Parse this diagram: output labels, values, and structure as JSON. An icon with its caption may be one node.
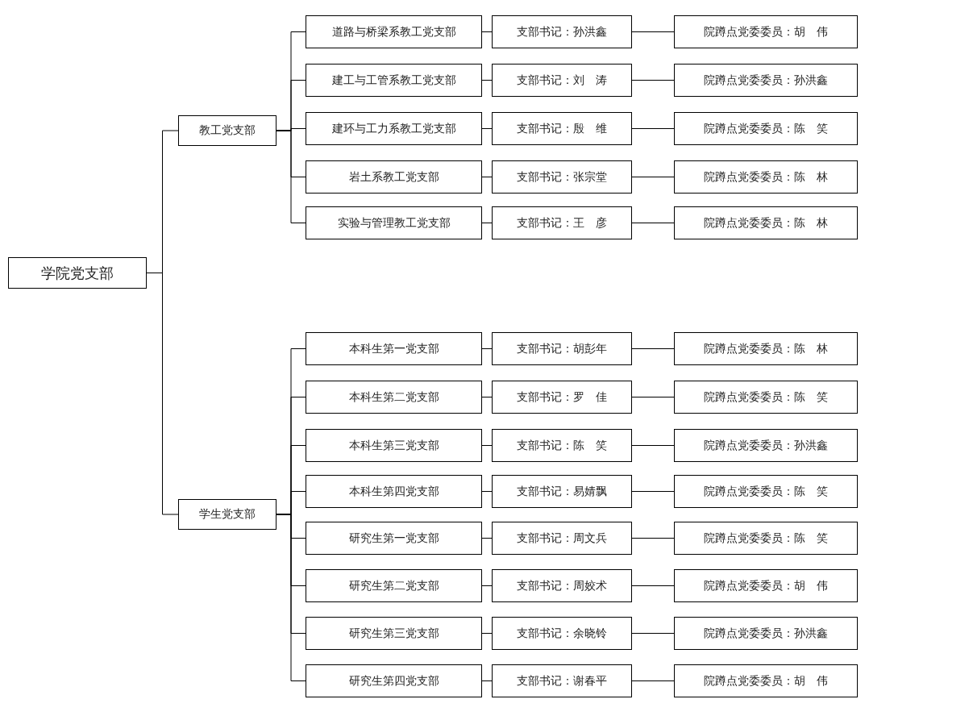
{
  "diagram": {
    "nodes": [
      {
        "text": [
          "学院党支部"
        ]
      },
      {
        "text": [
          "教工党支部"
        ]
      },
      {
        "text": [
          "道路与桥梁系教工党支部"
        ]
      },
      {
        "text": [
          "支部书记：孙洪鑫"
        ]
      },
      {
        "text": [
          "院蹲点党委委员：胡　伟"
        ]
      },
      {
        "text": [
          "建工与工管系教工党支部"
        ]
      },
      {
        "text": [
          "支部书记：刘　涛"
        ]
      },
      {
        "text": [
          "院蹲点党委委员：孙洪鑫"
        ]
      },
      {
        "text": [
          "建环与工力系教工党支部"
        ]
      },
      {
        "text": [
          "支部书记：殷　维"
        ]
      },
      {
        "text": [
          "院蹲点党委委员：陈　笑"
        ]
      },
      {
        "text": [
          "岩土系教工党支部"
        ]
      },
      {
        "text": [
          "支部书记：张宗堂"
        ]
      },
      {
        "text": [
          "院蹲点党委委员：陈　林"
        ]
      },
      {
        "text": [
          "实验与管理教工党支部"
        ]
      },
      {
        "text": [
          "支部书记：王　彦"
        ]
      },
      {
        "text": [
          "院蹲点党委委员：陈　林"
        ]
      },
      {
        "text": [
          "学生党支部"
        ]
      },
      {
        "text": [
          "本科生第一党支部"
        ]
      },
      {
        "text": [
          "支部书记：胡彭年"
        ]
      },
      {
        "text": [
          "院蹲点党委委员：陈　林"
        ]
      },
      {
        "text": [
          "本科生第二党支部"
        ]
      },
      {
        "text": [
          "支部书记：罗　佳"
        ]
      },
      {
        "text": [
          "院蹲点党委委员：陈　笑"
        ]
      },
      {
        "text": [
          "本科生第三党支部"
        ]
      },
      {
        "text": [
          "支部书记：陈　笑"
        ]
      },
      {
        "text": [
          "院蹲点党委委员：孙洪鑫"
        ]
      },
      {
        "text": [
          "本科生第四党支部"
        ]
      },
      {
        "text": [
          "支部书记：易婧飘"
        ]
      },
      {
        "text": [
          "院蹲点党委委员：陈　笑"
        ]
      },
      {
        "text": [
          "研究生第一党支部"
        ]
      },
      {
        "text": [
          "支部书记：周文兵"
        ]
      },
      {
        "text": [
          "院蹲点党委委员：陈　笑"
        ]
      },
      {
        "text": [
          "研究生第二党支部"
        ]
      },
      {
        "text": [
          "支部书记：周姣术"
        ]
      },
      {
        "text": [
          "院蹲点党委委员：胡　伟"
        ]
      },
      {
        "text": [
          "研究生第三党支部"
        ]
      },
      {
        "text": [
          "支部书记：余晓铃"
        ]
      },
      {
        "text": [
          "院蹲点党委委员：孙洪鑫"
        ]
      },
      {
        "text": [
          "研究生第四党支部"
        ]
      },
      {
        "text": [
          "支部书记：谢春平"
        ]
      },
      {
        "text": [
          "院蹲点党委委员：胡　伟"
        ]
      }
    ],
    "edges": [
      {
        "from": 0,
        "to": 1,
        "arrow": "none"
      },
      {
        "from": 0,
        "to": 17,
        "arrow": "none"
      },
      {
        "from": 1,
        "to": 2,
        "arrow": "none"
      },
      {
        "from": 2,
        "to": 3,
        "arrow": "none"
      },
      {
        "from": 3,
        "to": 4,
        "arrow": "none"
      },
      {
        "from": 1,
        "to": 5,
        "arrow": "none"
      },
      {
        "from": 5,
        "to": 6,
        "arrow": "none"
      },
      {
        "from": 6,
        "to": 7,
        "arrow": "none"
      },
      {
        "from": 1,
        "to": 8,
        "arrow": "none"
      },
      {
        "from": 8,
        "to": 9,
        "arrow": "none"
      },
      {
        "from": 9,
        "to": 10,
        "arrow": "none"
      },
      {
        "from": 1,
        "to": 11,
        "arrow": "none"
      },
      {
        "from": 11,
        "to": 12,
        "arrow": "none"
      },
      {
        "from": 12,
        "to": 13,
        "arrow": "none"
      },
      {
        "from": 1,
        "to": 14,
        "arrow": "none"
      },
      {
        "from": 14,
        "to": 15,
        "arrow": "none"
      },
      {
        "from": 15,
        "to": 16,
        "arrow": "none"
      },
      {
        "from": 17,
        "to": 18,
        "arrow": "none"
      },
      {
        "from": 18,
        "to": 19,
        "arrow": "none"
      },
      {
        "from": 19,
        "to": 20,
        "arrow": "none"
      },
      {
        "from": 17,
        "to": 21,
        "arrow": "none"
      },
      {
        "from": 21,
        "to": 22,
        "arrow": "none"
      },
      {
        "from": 22,
        "to": 23,
        "arrow": "none"
      },
      {
        "from": 17,
        "to": 24,
        "arrow": "none"
      },
      {
        "from": 24,
        "to": 25,
        "arrow": "none"
      },
      {
        "from": 25,
        "to": 26,
        "arrow": "none"
      },
      {
        "from": 17,
        "to": 27,
        "arrow": "none"
      },
      {
        "from": 27,
        "to": 28,
        "arrow": "none"
      },
      {
        "from": 28,
        "to": 29,
        "arrow": "none"
      },
      {
        "from": 17,
        "to": 30,
        "arrow": "none"
      },
      {
        "from": 30,
        "to": 31,
        "arrow": "none"
      },
      {
        "from": 31,
        "to": 32,
        "arrow": "none"
      },
      {
        "from": 17,
        "to": 33,
        "arrow": "none"
      },
      {
        "from": 33,
        "to": 34,
        "arrow": "none"
      },
      {
        "from": 34,
        "to": 35,
        "arrow": "none"
      },
      {
        "from": 17,
        "to": 36,
        "arrow": "none"
      },
      {
        "from": 36,
        "to": 37,
        "arrow": "none"
      },
      {
        "from": 37,
        "to": 38,
        "arrow": "none"
      },
      {
        "from": 17,
        "to": 39,
        "arrow": "none"
      },
      {
        "from": 39,
        "to": 40,
        "arrow": "none"
      },
      {
        "from": 40,
        "to": 41,
        "arrow": "none"
      }
    ]
  }
}
